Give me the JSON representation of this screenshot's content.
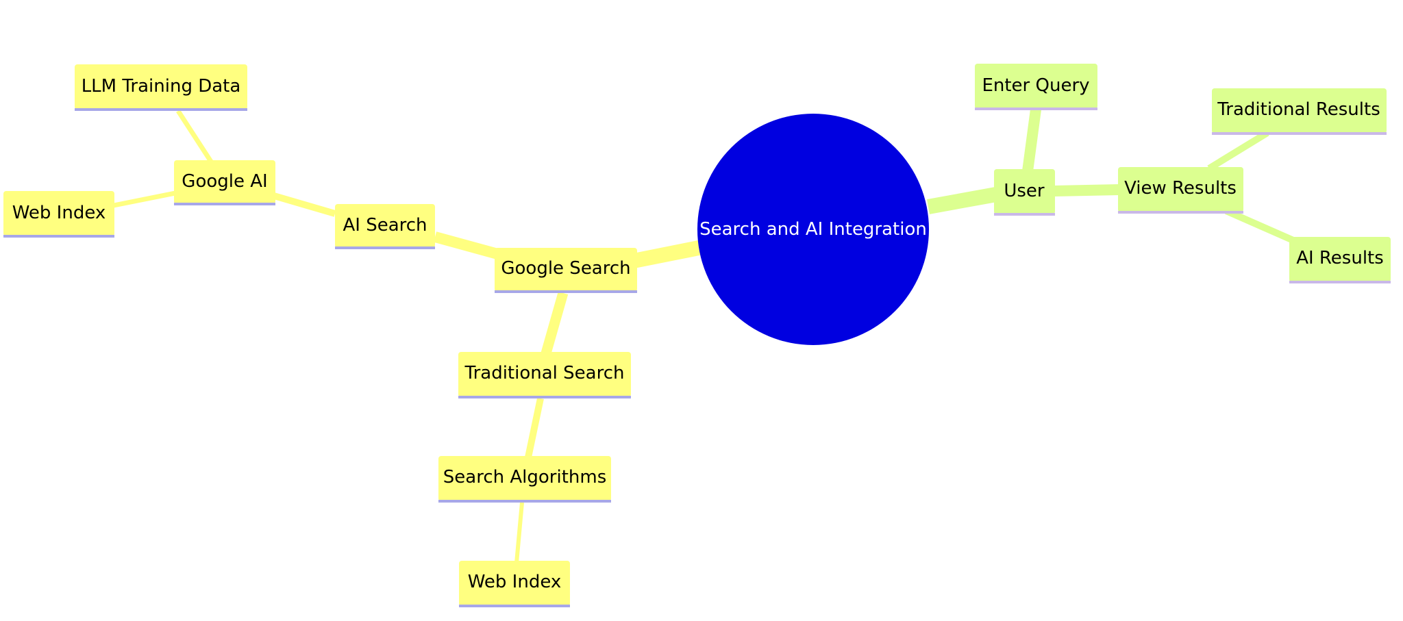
{
  "diagram": {
    "type": "mindmap",
    "colors": {
      "root_fill": "#0000e0",
      "root_text": "#ffffff",
      "google_branch_fill": "#ffff80",
      "google_branch_edge": "#ffff80",
      "user_branch_fill": "#dcff90",
      "user_branch_edge": "#dcff90",
      "node_underline": "#a7a7e8",
      "user_node_underline": "#c9b8e8"
    },
    "root": {
      "label": "Search and AI Integration"
    },
    "nodes": {
      "google_search": "Google Search",
      "ai_search": "AI Search",
      "google_ai": "Google AI",
      "llm_training_data": "LLM Training Data",
      "web_index_left": "Web Index",
      "traditional_search": "Traditional Search",
      "search_algorithms": "Search Algorithms",
      "web_index_bottom": "Web Index",
      "user": "User",
      "enter_query": "Enter Query",
      "view_results": "View Results",
      "traditional_results": "Traditional Results",
      "ai_results": "AI Results"
    },
    "edges": [
      [
        "root",
        "google_search"
      ],
      [
        "google_search",
        "ai_search"
      ],
      [
        "ai_search",
        "google_ai"
      ],
      [
        "google_ai",
        "llm_training_data"
      ],
      [
        "google_ai",
        "web_index_left"
      ],
      [
        "google_search",
        "traditional_search"
      ],
      [
        "traditional_search",
        "search_algorithms"
      ],
      [
        "search_algorithms",
        "web_index_bottom"
      ],
      [
        "root",
        "user"
      ],
      [
        "user",
        "enter_query"
      ],
      [
        "user",
        "view_results"
      ],
      [
        "view_results",
        "traditional_results"
      ],
      [
        "view_results",
        "ai_results"
      ]
    ]
  }
}
